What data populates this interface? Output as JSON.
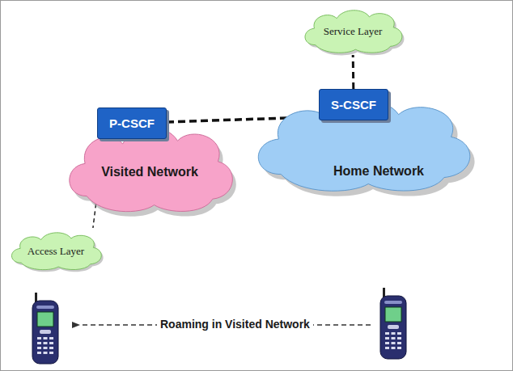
{
  "diagram": {
    "nodes": [
      {
        "text": [
          "Service Layer"
        ]
      },
      {
        "text": [
          "Visited Network"
        ]
      },
      {
        "text": [
          "P-CSCF"
        ],
        "in": 1
      },
      {
        "text": [
          "Home Network"
        ]
      },
      {
        "text": [
          "S-CSCF"
        ],
        "in": 3
      },
      {
        "text": [
          "Access Layer"
        ]
      }
    ],
    "edges": [
      {
        "from": 2,
        "to": 4,
        "arrow": "none"
      },
      {
        "from": 4,
        "to": 0,
        "arrow": "none"
      },
      {
        "from": 2,
        "to": 5,
        "arrow": "none"
      }
    ],
    "labels": [
      "Roaming in Visited Network"
    ]
  }
}
